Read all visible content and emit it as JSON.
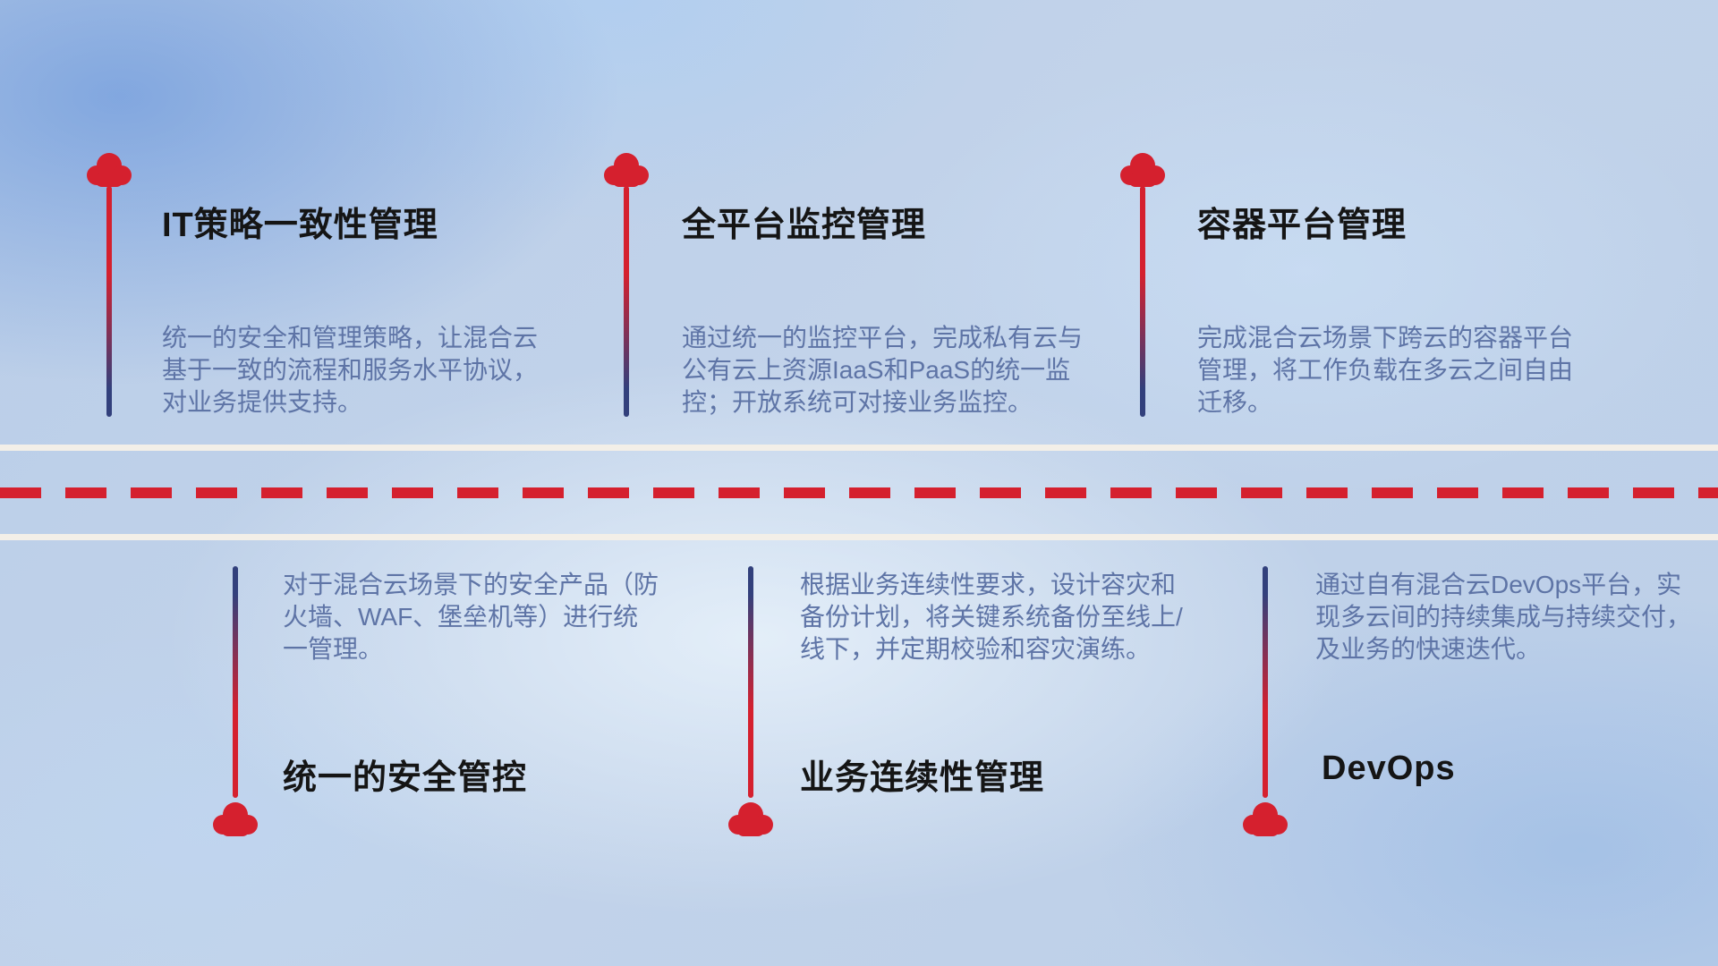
{
  "colors": {
    "cloud": "#d5202e",
    "dash": "#d5202e",
    "road_line": "#f3efe8",
    "title": "#151515",
    "description": "#5e74a6",
    "connector_red": "#d5202e",
    "connector_navy": "#32407c"
  },
  "top_items": [
    {
      "title": "IT策略一致性管理",
      "description": "统一的安全和管理策略，让混合云基于一致的流程和服务水平协议，对业务提供支持。"
    },
    {
      "title": "全平台监控管理",
      "description": "通过统一的监控平台，完成私有云与公有云上资源IaaS和PaaS的统一监控；开放系统可对接业务监控。"
    },
    {
      "title": "容器平台管理",
      "description": "完成混合云场景下跨云的容器平台管理，将工作负载在多云之间自由迁移。"
    }
  ],
  "bottom_items": [
    {
      "title": "统一的安全管控",
      "description": "对于混合云场景下的安全产品（防火墙、WAF、堡垒机等）进行统一管理。"
    },
    {
      "title": "业务连续性管理",
      "description": "根据业务连续性要求，设计容灾和备份计划，将关键系统备份至线上/线下，并定期校验和容灾演练。"
    },
    {
      "title": "DevOps",
      "description": "通过自有混合云DevOps平台，实现多云间的持续集成与持续交付，及业务的快速迭代。"
    }
  ]
}
